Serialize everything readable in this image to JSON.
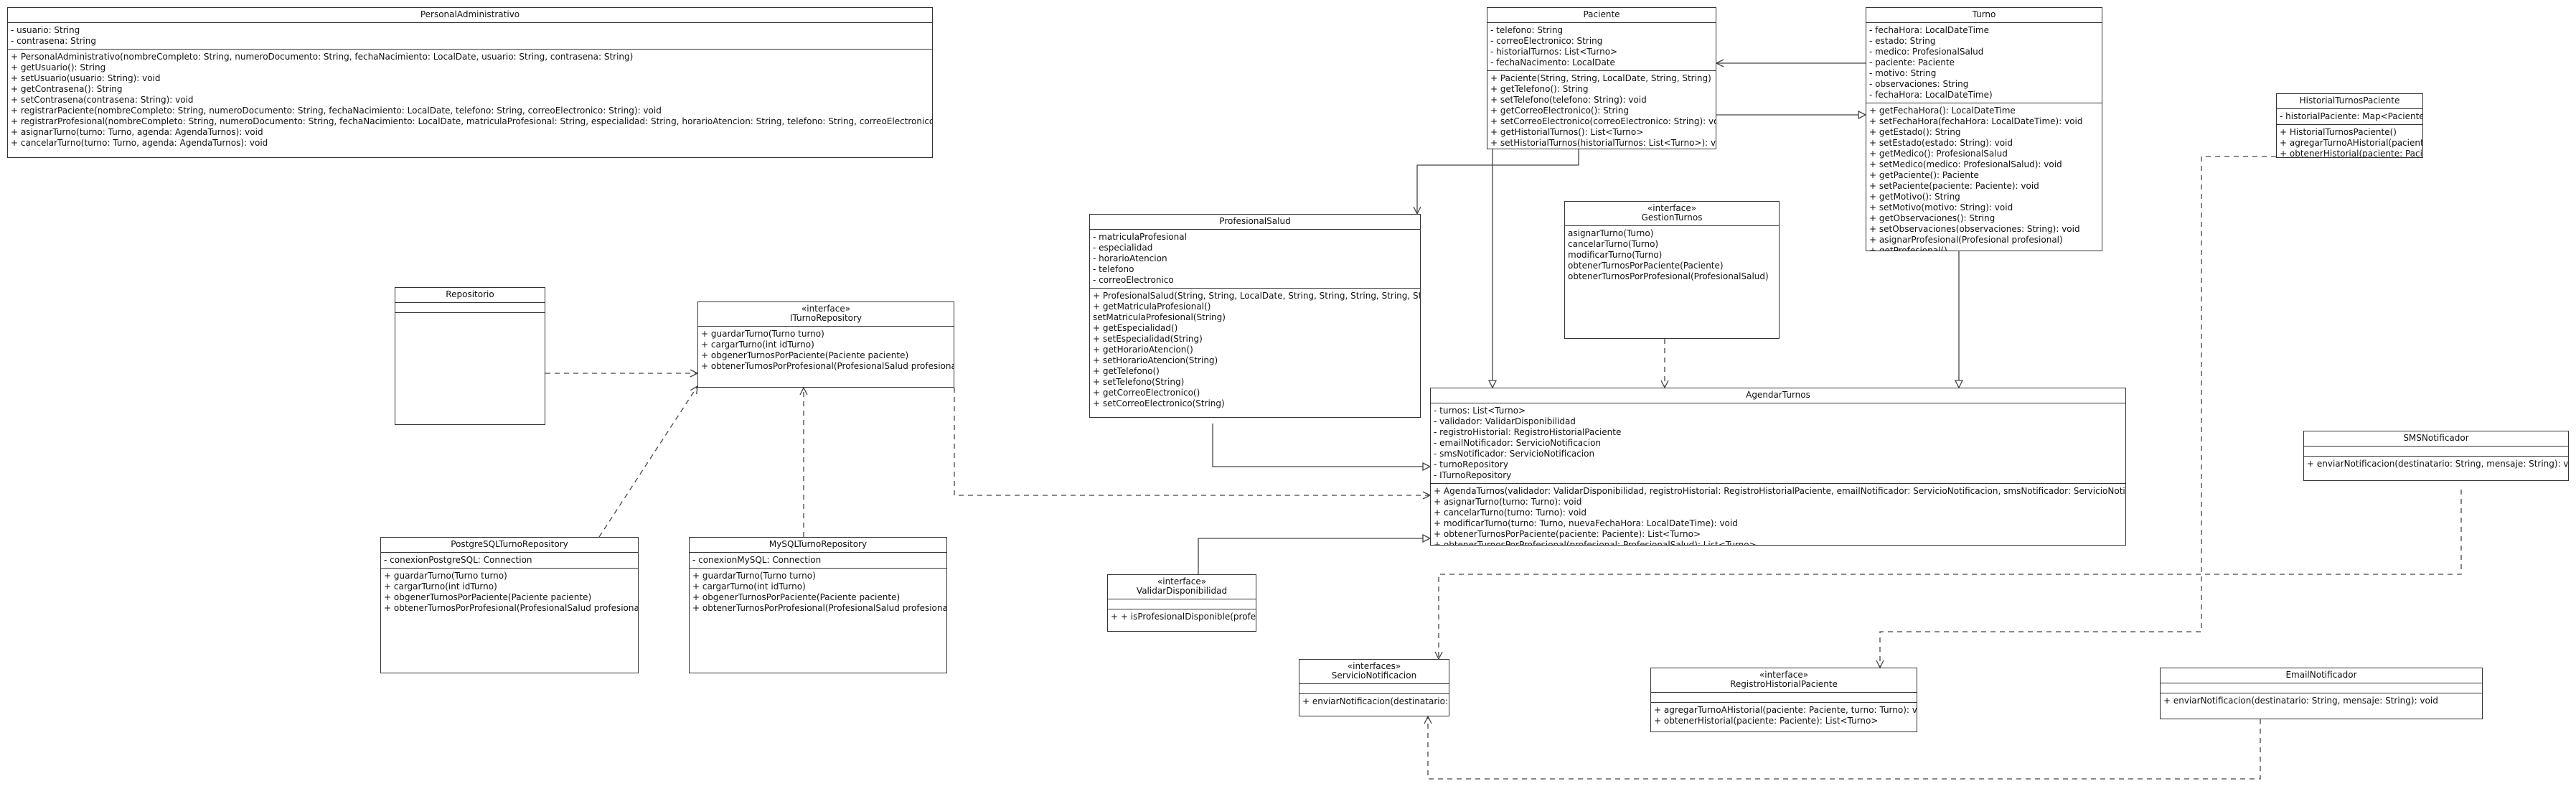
{
  "classes": {
    "personal_administrativo": {
      "name": "PersonalAdministrativo",
      "attributes": [
        "- usuario: String",
        "- contrasena: String"
      ],
      "methods": [
        "+ PersonalAdministrativo(nombreCompleto: String, numeroDocumento: String, fechaNacimiento: LocalDate, usuario: String, contrasena: String)",
        "+ getUsuario(): String",
        "+ setUsuario(usuario: String): void",
        "+ getContrasena(): String",
        "+ setContrasena(contrasena: String): void",
        "+ registrarPaciente(nombreCompleto: String, numeroDocumento: String, fechaNacimiento: LocalDate, telefono: String, correoElectronico: String): void",
        "+ registrarProfesional(nombreCompleto: String, numeroDocumento: String, fechaNacimiento: LocalDate, matriculaProfesional: String, especialidad: String, horarioAtencion: String, telefono: String, correoElectronico: String): void",
        "+ asignarTurno(turno: Turno, agenda: AgendaTurnos): void",
        "+ cancelarTurno(turno: Turno, agenda: AgendaTurnos): void"
      ]
    },
    "paciente": {
      "name": "Paciente",
      "attributes": [
        "- telefono: String",
        "- correoElectronico: String",
        "- historialTurnos: List<Turno>",
        "- fechaNacimento: LocalDate"
      ],
      "methods": [
        "+ Paciente(String, String, LocalDate, String, String)",
        "+ getTelefono(): String",
        "+ setTelefono(telefono: String): void",
        "+ getCorreoElectronico(): String",
        "+ setCorreoElectronico(correoElectronico: String): void",
        "+ getHistorialTurnos(): List<Turno>",
        "+ setHistorialTurnos(historialTurnos: List<Turno>): void"
      ]
    },
    "turno": {
      "name": "Turno",
      "attributes": [
        "- fechaHora: LocalDateTime",
        "- estado: String",
        "- medico: ProfesionalSalud",
        "- paciente: Paciente",
        "- motivo: String",
        "- observaciones: String",
        "- fechaHora: LocalDateTime)"
      ],
      "methods": [
        "+ getFechaHora(): LocalDateTime",
        "+ setFechaHora(fechaHora: LocalDateTime): void",
        "+ getEstado(): String",
        "+ setEstado(estado: String): void",
        "+ getMedico(): ProfesionalSalud",
        "+ setMedico(medico: ProfesionalSalud): void",
        "+ getPaciente(): Paciente",
        "+ setPaciente(paciente: Paciente): void",
        "+ getMotivo(): String",
        "+ setMotivo(motivo: String): void",
        "+ getObservaciones(): String",
        "+ setObservaciones(observaciones: String): void",
        "+ asignarProfesional(Profesional profesional)",
        "+ getProfesional()"
      ]
    },
    "historial_turnos_paciente": {
      "name": "HistorialTurnosPaciente",
      "attributes": [
        "- historialPaciente: Map<Paciente, List<Turno>>"
      ],
      "methods": [
        "+ HistorialTurnosPaciente()",
        "+ agregarTurnoAHistorial(paciente: Paciente, turno: Turno): void",
        "+ obtenerHistorial(paciente: Paciente): List<Turno>"
      ]
    },
    "profesional_salud": {
      "name": "ProfesionalSalud",
      "attributes": [
        "- matriculaProfesional",
        "- especialidad",
        "- horarioAtencion",
        "- telefono",
        "- correoElectronico"
      ],
      "methods": [
        "+ ProfesionalSalud(String, String, LocalDate, String, String, String, String, String)",
        "+ getMatriculaProfesional()",
        "setMatriculaProfesional(String)",
        "+ getEspecialidad()",
        "+ setEspecialidad(String)",
        "+ getHorarioAtencion()",
        "+ setHorarioAtencion(String)",
        "+ getTelefono()",
        "+ setTelefono(String)",
        "+ getCorreoElectronico()",
        "+ setCorreoElectronico(String)"
      ]
    },
    "gestion_turnos": {
      "stereotype": "«interface»",
      "name": "GestionTurnos",
      "attributes": [],
      "methods": [
        "asignarTurno(Turno)",
        "cancelarTurno(Turno)",
        "modificarTurno(Turno)",
        "obtenerTurnosPorPaciente(Paciente)",
        "obtenerTurnosPorProfesional(ProfesionalSalud)"
      ]
    },
    "repositorio": {
      "name": "Repositorio",
      "attributes": [],
      "methods": []
    },
    "iturno_repository": {
      "stereotype": "«interface»",
      "name": "ITurnoRepository",
      "attributes": [],
      "methods": [
        "+ guardarTurno(Turno turno)",
        "+ cargarTurno(int idTurno)",
        "+ obgenerTurnosPorPaciente(Paciente paciente)",
        "+ obtenerTurnosPorProfesional(ProfesionalSalud profesional)"
      ]
    },
    "agendar_turnos": {
      "name": "AgendarTurnos",
      "attributes": [
        "- turnos: List<Turno>",
        "- validador: ValidarDisponibilidad",
        "- registroHistorial: RegistroHistorialPaciente",
        "- emailNotificador: ServicioNotificacion",
        "- smsNotificador: ServicioNotificacion",
        "- turnoRepository",
        "- ITurnoRepository"
      ],
      "methods": [
        "+ AgendaTurnos(validador: ValidarDisponibilidad, registroHistorial: RegistroHistorialPaciente, emailNotificador: ServicioNotificacion, smsNotificador: ServicioNotificacion)",
        "+ asignarTurno(turno: Turno): void",
        "+ cancelarTurno(turno: Turno): void",
        "+ modificarTurno(turno: Turno, nuevaFechaHora: LocalDateTime): void",
        "+ obtenerTurnosPorPaciente(paciente: Paciente): List<Turno>",
        "+ obtenerTurnosPorProfesional(profesional: ProfesionalSalud): List<Turno>"
      ]
    },
    "sms_notificador": {
      "name": "SMSNotificador",
      "attributes": [],
      "methods": [
        "+ enviarNotificacion(destinatario: String, mensaje: String): void"
      ]
    },
    "postgre_repo": {
      "name": "PostgreSQLTurnoRepository",
      "attributes": [
        "- conexionPostgreSQL: Connection"
      ],
      "methods": [
        "+ guardarTurno(Turno turno)",
        "+ cargarTurno(int idTurno)",
        "+ obgenerTurnosPorPaciente(Paciente paciente)",
        "+ obtenerTurnosPorProfesional(ProfesionalSalud profesional)"
      ]
    },
    "mysql_repo": {
      "name": "MySQLTurnoRepository",
      "attributes": [
        "- conexionMySQL: Connection"
      ],
      "methods": [
        "+ guardarTurno(Turno turno)",
        "+ cargarTurno(int idTurno)",
        "+ obgenerTurnosPorPaciente(Paciente paciente)",
        "+ obtenerTurnosPorProfesional(ProfesionalSalud profesional)"
      ]
    },
    "validar_disponibilidad": {
      "stereotype": "«interface»",
      "name": "ValidarDisponibilidad",
      "attributes": [],
      "methods": [
        "+ + isProfesionalDisponible(profesional: ProfesionalSalud, fechaHora: LocalDateTime): boolean"
      ]
    },
    "servicio_notificacion": {
      "stereotype": "«interfaces»",
      "name": "ServicioNotificacion",
      "attributes": [],
      "methods": [
        "+ enviarNotificacion(destinatario: String, mensaje: String): void"
      ]
    },
    "registro_historial": {
      "stereotype": "«interface»",
      "name": "RegistroHistorialPaciente",
      "attributes": [],
      "methods": [
        "+ agregarTurnoAHistorial(paciente: Paciente, turno: Turno): void",
        "+ obtenerHistorial(paciente: Paciente): List<Turno>"
      ]
    },
    "email_notificador": {
      "name": "EmailNotificador",
      "attributes": [],
      "methods": [
        "+ enviarNotificacion(destinatario: String, mensaje: String): void"
      ]
    }
  },
  "colors": {
    "line": "#444444",
    "border": "#333333",
    "background": "#ffffff"
  }
}
